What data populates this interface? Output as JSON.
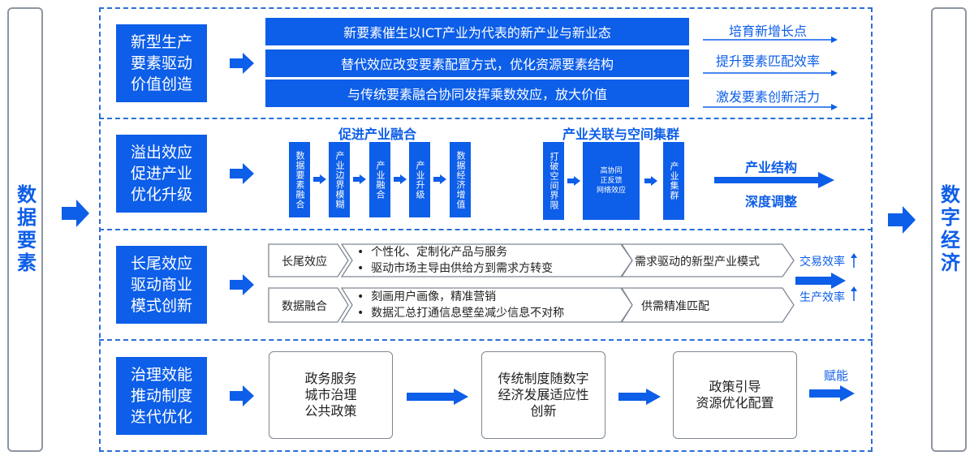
{
  "left_label": "数据要素",
  "right_label": "数字经济",
  "rows": [
    {
      "label": "新型生产\n要素驱动\n价值创造",
      "bars": [
        "新要素催生以ICT产业为代表的新产业与新业态",
        "替代效应改变要素配置方式，优化资源要素结构",
        "与传统要素融合协同发挥乘数效应，放大价值"
      ],
      "outcomes": [
        "培育新增长点",
        "提升要素匹配效率",
        "激发要素创新活力"
      ]
    },
    {
      "label": "溢出效应\n促进产业\n优化升级",
      "group1_title": "促进产业融合",
      "group1_boxes": [
        "数据要素融合",
        "产业边界模糊",
        "产业融合",
        "产业升级",
        "数据经济增值"
      ],
      "group2_title": "产业关联与空间集群",
      "group2_boxes": [
        "打破空间界限",
        "高协同\n正反馈\n网络效应",
        "产业集群"
      ],
      "result_top": "产业结构",
      "result_bottom": "深度调整"
    },
    {
      "label": "长尾效应\n驱动商业\n模式创新",
      "lines": [
        {
          "name": "长尾效应",
          "bullets": [
            "个性化、定制化产品与服务",
            "驱动市场主导由供给方到需求方转变"
          ],
          "result": "需求驱动的新型产业模式"
        },
        {
          "name": "数据融合",
          "bullets": [
            "刻画用户画像，精准营销",
            "数据汇总打通信息壁垒减少信息不对称"
          ],
          "result": "供需精准匹配"
        }
      ],
      "eff1": "交易效率",
      "eff2": "生产效率"
    },
    {
      "label": "治理效能\n推动制度\n迭代优化",
      "box1": "政务服务\n城市治理\n公共政策",
      "box2": "传统制度随数字\n经济发展适应性\n创新",
      "box3": "政策引导\n资源优化配置",
      "result": "赋能"
    }
  ]
}
